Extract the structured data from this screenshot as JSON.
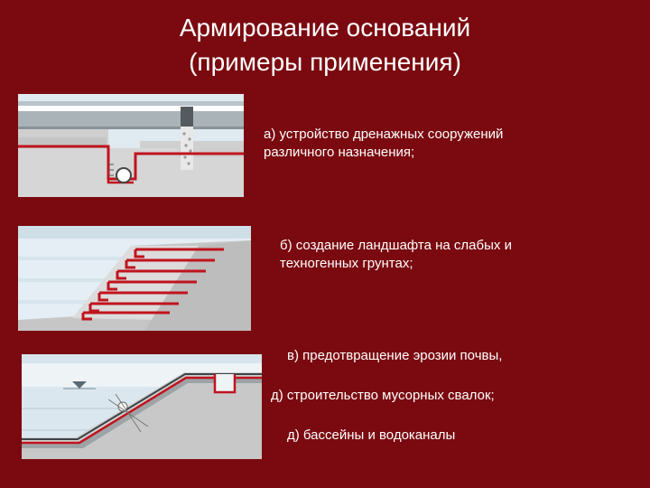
{
  "slide": {
    "title_line1": "Армирование оснований",
    "title_line2": "(примеры применения)"
  },
  "captions": {
    "a": "а) устройство дренажных сооружений различного назначения;",
    "b": "б) создание ландшафта на слабых и техногенных грунтах;",
    "v": "в) предотвращение эрозии почвы,",
    "d1": "д) строительство мусорных свалок;",
    "d2": "д) бассейны и водоканалы"
  },
  "colors": {
    "background": "#7a0a10",
    "geogrid_red": "#c0141e",
    "soil_gray": "#c8c8c8",
    "sky_blue": "#dde9f0"
  }
}
